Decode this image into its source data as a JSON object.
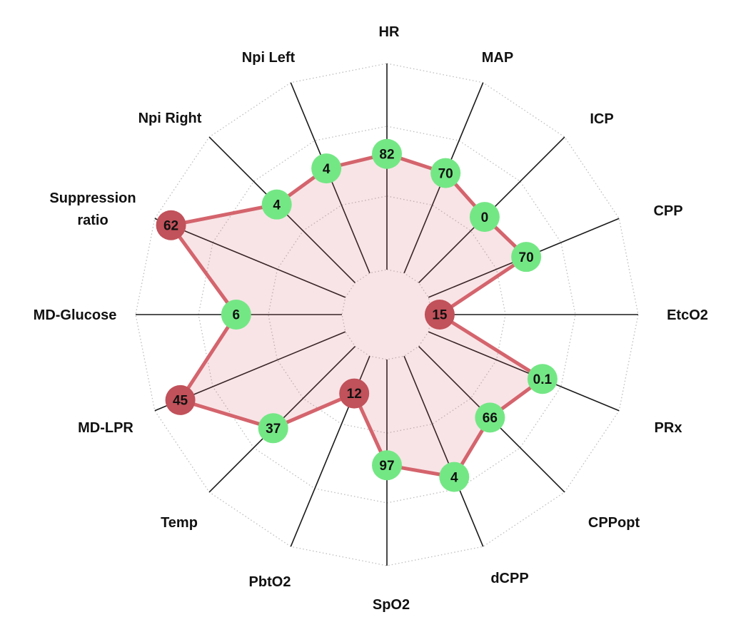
{
  "page": {
    "background": "#ffffff",
    "title": ""
  },
  "chart_data": {
    "type": "radar",
    "title": "",
    "subtitle": "",
    "legend": null,
    "axes_total": 16,
    "start_axis_top": "HR",
    "direction": "clockwise",
    "grid_style": "dotted-polygon",
    "rings_frac": [
      0.179,
      0.472,
      0.75,
      1.0
    ],
    "value_scale": "normalized radial position, center hole at 0.179 of outer radius",
    "categories": [
      "HR",
      "MAP",
      "ICP",
      "CPP",
      "EtcO2",
      "PRx",
      "CPPopt",
      "dCPP",
      "SpO2",
      "PbtO2",
      "Temp",
      "MD-LPR",
      "MD-Glucose",
      "Suppression ratio",
      "Npi Right",
      "Npi Left"
    ],
    "points": [
      {
        "label": "HR",
        "value": "82",
        "status": "normal",
        "radius_frac": 0.64
      },
      {
        "label": "MAP",
        "value": "70",
        "status": "normal",
        "radius_frac": 0.61
      },
      {
        "label": "ICP",
        "value": "0",
        "status": "normal",
        "radius_frac": 0.55
      },
      {
        "label": "CPP",
        "value": "70",
        "status": "normal",
        "radius_frac": 0.6
      },
      {
        "label": "EtcO2",
        "value": "15",
        "status": "alert",
        "radius_frac": 0.21
      },
      {
        "label": "PRx",
        "value": "0.1",
        "status": "normal",
        "radius_frac": 0.67
      },
      {
        "label": "CPPopt",
        "value": "66",
        "status": "normal",
        "radius_frac": 0.58
      },
      {
        "label": "dCPP",
        "value": "4",
        "status": "normal",
        "radius_frac": 0.7
      },
      {
        "label": "SpO2",
        "value": "97",
        "status": "normal",
        "radius_frac": 0.6
      },
      {
        "label": "PbtO2",
        "value": "12",
        "status": "alert",
        "radius_frac": 0.34
      },
      {
        "label": "Temp",
        "value": "37",
        "status": "normal",
        "radius_frac": 0.64
      },
      {
        "label": "MD-LPR",
        "value": "45",
        "status": "alert",
        "radius_frac": 0.89
      },
      {
        "label": "MD-Glucose",
        "value": "6",
        "status": "normal",
        "radius_frac": 0.6
      },
      {
        "label": "Suppression ratio",
        "value": "62",
        "status": "alert",
        "radius_frac": 0.93,
        "label_lines": [
          "Suppression",
          "ratio"
        ]
      },
      {
        "label": "Npi Right",
        "value": "4",
        "status": "normal",
        "radius_frac": 0.62
      },
      {
        "label": "Npi Left",
        "value": "4",
        "status": "normal",
        "radius_frac": 0.63
      }
    ],
    "colors": {
      "normal_point": "#74e785",
      "alert_point": "#c1515a",
      "series_line": "#d4646d",
      "series_fill": "rgba(212, 96, 105, 0.17)",
      "grid_line": "#bdbdbd",
      "axis_line": "#1a1a1a",
      "label_text": "#111111",
      "value_text": "#111111"
    }
  }
}
